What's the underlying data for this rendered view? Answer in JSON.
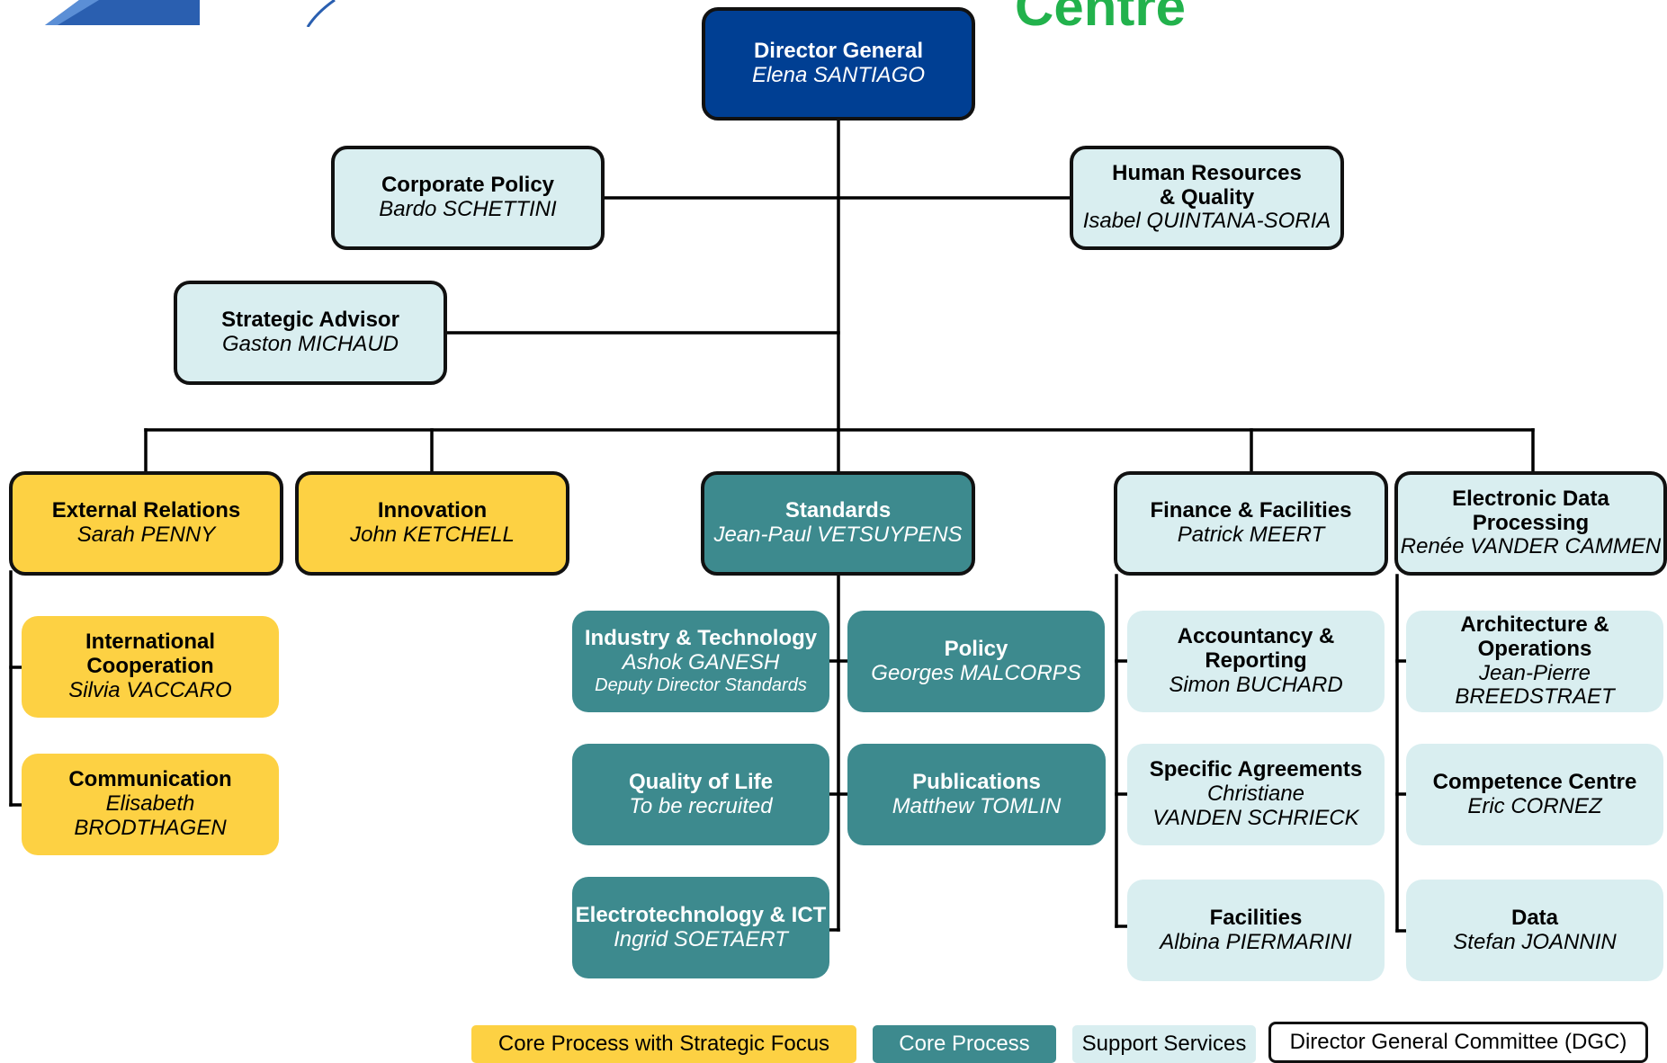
{
  "header": {
    "title_fragment": "Centre"
  },
  "nodes": {
    "director_general": {
      "title": "Director General",
      "name": "Elena SANTIAGO"
    },
    "corporate_policy": {
      "title": "Corporate Policy",
      "name": "Bardo SCHETTINI"
    },
    "human_resources": {
      "title": "Human Resources\n& Quality",
      "name": "Isabel QUINTANA-SORIA"
    },
    "strategic_advisor": {
      "title": "Strategic Advisor",
      "name": "Gaston MICHAUD"
    },
    "external_relations": {
      "title": "External Relations",
      "name": "Sarah PENNY"
    },
    "innovation": {
      "title": "Innovation",
      "name": "John KETCHELL"
    },
    "standards": {
      "title": "Standards",
      "name": "Jean-Paul VETSUYPENS"
    },
    "finance_facilities": {
      "title": "Finance & Facilities",
      "name": "Patrick MEERT"
    },
    "electronic_data_processing": {
      "title": "Electronic Data\nProcessing",
      "name": "Renée VANDER CAMMEN"
    },
    "international_cooperation": {
      "title": "International\nCooperation",
      "name": "Silvia VACCARO"
    },
    "communication": {
      "title": "Communication",
      "name": "Elisabeth\nBRODTHAGEN"
    },
    "industry_technology": {
      "title": "Industry & Technology",
      "name": "Ashok GANESH",
      "subtitle": "Deputy Director Standards"
    },
    "policy": {
      "title": "Policy",
      "name": "Georges MALCORPS"
    },
    "quality_of_life": {
      "title": "Quality of Life",
      "name": "To be recruited"
    },
    "publications": {
      "title": "Publications",
      "name": "Matthew TOMLIN"
    },
    "electrotechnology_ict": {
      "title": "Electrotechnology & ICT",
      "name": "Ingrid SOETAERT"
    },
    "accountancy_reporting": {
      "title": "Accountancy &\nReporting",
      "name": "Simon BUCHARD"
    },
    "specific_agreements": {
      "title": "Specific Agreements",
      "name": "Christiane\nVANDEN SCHRIECK"
    },
    "facilities": {
      "title": "Facilities",
      "name": "Albina PIERMARINI"
    },
    "architecture_operations": {
      "title": "Architecture &\nOperations",
      "name": "Jean-Pierre\nBREEDSTRAET"
    },
    "competence_centre": {
      "title": "Competence Centre",
      "name": "Eric CORNEZ"
    },
    "data": {
      "title": "Data",
      "name": "Stefan JOANNIN"
    }
  },
  "legend": [
    {
      "label": "Core Process with Strategic Focus",
      "color": "#fdd143"
    },
    {
      "label": "Core Process",
      "color": "#3d8a8e"
    },
    {
      "label": "Support Services",
      "color": "#d9eef0"
    },
    {
      "label": "Director General Committee (DGC)",
      "color": "#ffffff"
    }
  ],
  "colors": {
    "director": "#003f93",
    "strategic_core": "#fdd143",
    "core_process": "#3d8a8e",
    "support": "#d9eef0",
    "heading_green": "#22b24c"
  }
}
